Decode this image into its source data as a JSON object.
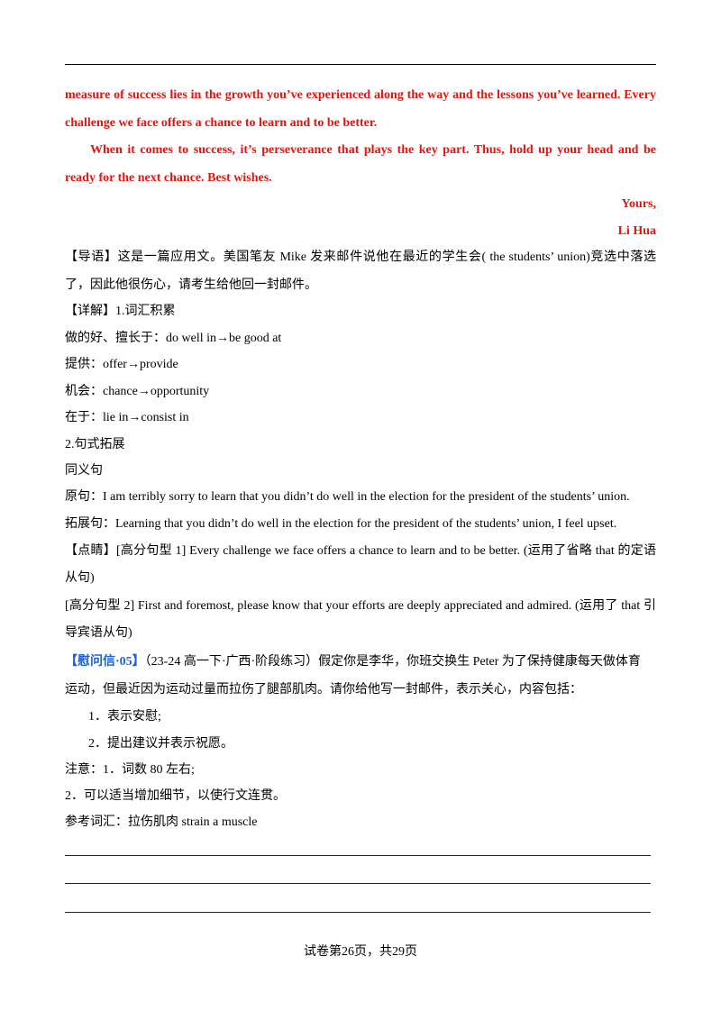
{
  "letter": {
    "line1": "measure of success lies in the growth you’ve experienced along the way and the lessons you’ve learned. Every",
    "line2": "challenge we face offers a chance to learn and to be better.",
    "line3": "When it comes to success, it’s perseverance that plays the key part. Thus, hold up your head and be",
    "line4": "ready for the next chance. Best wishes.",
    "closing": "Yours,",
    "signature": "Li Hua"
  },
  "guide": {
    "line1": "【导语】这是一篇应用文。美国笔友 Mike 发来邮件说他在最近的学生会( the students’ union)竞选中落选",
    "line2": "了，因此他很伤心，请考生给他回一封邮件。"
  },
  "detail": {
    "heading": "【详解】1.词汇积累",
    "vocab": [
      "做的好、擅长于：do well in→be good at",
      "提供：offer→provide",
      "机会：chance→opportunity",
      "在于：lie in→consist in"
    ],
    "sentence_heading": "2.句式拓展",
    "synonym_label": "同义句",
    "original": "原句：I am terribly sorry to learn that you didn’t do well in the election for the president of the students’ union.",
    "expanded": "拓展句：Learning that you didn’t do well in the election for the president of the students’ union, I feel upset."
  },
  "highlights": {
    "line1": "【点睛】[高分句型 1] Every challenge we face offers a chance to learn and to be better. (运用了省略 that 的定语",
    "line2": "从句)",
    "line3": "[高分句型 2] First and foremost, please know that your efforts are deeply appreciated and admired. (运用了 that 引",
    "line4": "导宾语从句)"
  },
  "task": {
    "tag": "【慰问信·05】",
    "line1_rest": "（23-24 高一下·广西·阶段练习）假定你是李华，你班交换生 Peter 为了保持健康每天做体育",
    "line2": "运动，但最近因为运动过量而拉伤了腿部肌肉。请你给他写一封邮件，表示关心，内容包括：",
    "point1": "1．表示安慰;",
    "point2": "2．提出建议并表示祝愿。",
    "note1": "注意：1．词数 80 左右;",
    "note2": "2．可以适当增加细节，以使行文连贯。",
    "vocab_ref": "参考词汇：拉伤肌肉 strain a muscle"
  },
  "footer": "试卷第26页，共29页",
  "colors": {
    "answer_red": "#e8130f",
    "tag_blue": "#1a63d8"
  }
}
